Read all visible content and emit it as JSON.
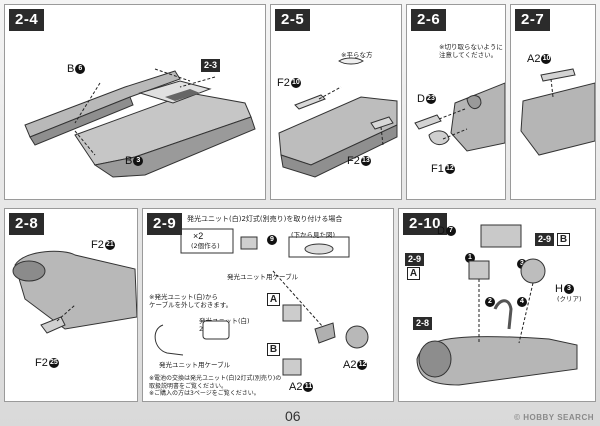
{
  "page_number": "06",
  "watermark": "© HOBBY SEARCH",
  "panels": {
    "p2_4": {
      "step": "2-4",
      "b_top": "B",
      "b_top_num": "6",
      "ref": "2-3",
      "b_bottom": "B",
      "b_bottom_num": "3"
    },
    "p2_5": {
      "step": "2-5",
      "note": "※平らな方",
      "f2": "F2",
      "f2_num": "10",
      "f2b": "F2",
      "f2b_num": "13"
    },
    "p2_6": {
      "step": "2-6",
      "note": "※切り取らないように\n注意してください。",
      "d": "D",
      "d_num": "23",
      "f1": "F1",
      "f1_num": "12"
    },
    "p2_7": {
      "step": "2-7",
      "a2": "A2",
      "a2_num": "10"
    },
    "p2_8": {
      "step": "2-8",
      "f2_top": "F2",
      "f2_top_num": "21",
      "f2_bot": "F2",
      "f2_bot_num": "25"
    },
    "p2_9": {
      "step": "2-9",
      "title": "発光ユニット(白)2灯式(別売り)を取り付ける場合",
      "x2": "×2",
      "x2_sub": "(2個作る)",
      "num9": "9",
      "inset": "(下から見た図)",
      "cable_label": "発光ユニット用ケーブル",
      "note1": "※発光ユニット(白)から\nケーブルを外しておきます。",
      "unit_label": "発光ユニット(白)\n2灯式",
      "cable_label2": "発光ユニット用ケーブル",
      "note2": "※電池の交換は発光ユニット(白)2灯式(別売り)の\n取扱説明書をご覧ください。\n※ご購入の方は3ページをご覧ください。",
      "a_label": "A",
      "b_label": "B",
      "a2": "A2",
      "a2_num": "11",
      "a2b": "A2",
      "a2b_num": "12"
    },
    "p2_10": {
      "step": "2-10",
      "d": "D",
      "d_num": "7",
      "ref_top": "2-9",
      "ref_top_box": "B",
      "ref_left": "2-9",
      "ref_left_box": "A",
      "h": "H",
      "h_num": "3",
      "h_sub": "(クリア)",
      "ref_bot": "2-8",
      "n1": "1",
      "n2": "2",
      "n3": "3",
      "n4": "4"
    }
  }
}
